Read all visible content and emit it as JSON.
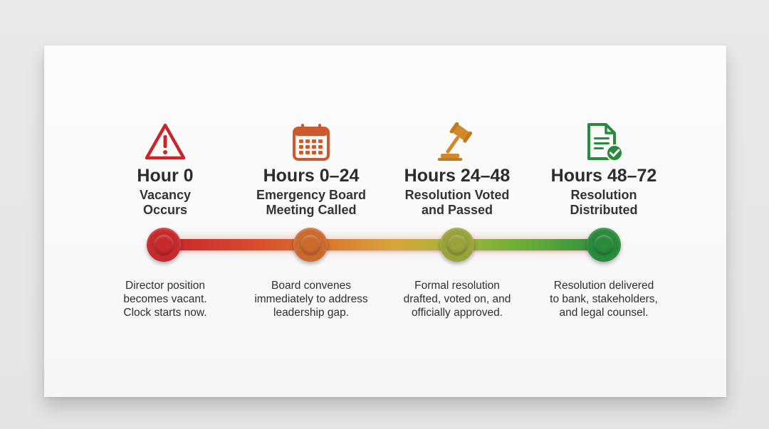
{
  "colors": {
    "red": "#c62a2c",
    "orange": "#c9622e",
    "amber": "#c9902c",
    "olive": "#8e9a2a",
    "green": "#2a8a3c"
  },
  "stages": [
    {
      "icon": "warning-triangle-icon",
      "hours": "Hour 0",
      "title_lines": [
        "Vacancy",
        "Occurs"
      ],
      "desc_lines": [
        "Director position",
        "becomes vacant.",
        "Clock starts now."
      ],
      "node_color": "#c62a2c"
    },
    {
      "icon": "calendar-icon",
      "hours": "Hours 0–24",
      "title_lines": [
        "Emergency Board",
        "Meeting Called"
      ],
      "desc_lines": [
        "Board convenes",
        "immediately to address",
        "leadership gap."
      ],
      "node_color": "#cc6a2e"
    },
    {
      "icon": "gavel-icon",
      "hours": "Hours 24–48",
      "title_lines": [
        "Resolution Voted",
        "and Passed"
      ],
      "desc_lines": [
        "Formal resolution",
        "drafted, voted on, and",
        "officially approved."
      ],
      "node_color": "#9aa23a"
    },
    {
      "icon": "document-check-icon",
      "hours": "Hours 48–72",
      "title_lines": [
        "Resolution",
        "Distributed"
      ],
      "desc_lines": [
        "Resolution delivered",
        "to bank, stakeholders,",
        "and legal counsel."
      ],
      "node_color": "#2a8a3c"
    }
  ]
}
